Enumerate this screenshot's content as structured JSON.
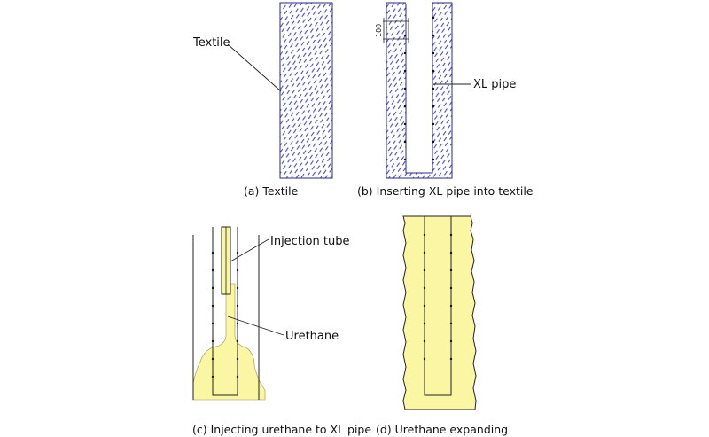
{
  "panels": {
    "a": {
      "caption": "(a) Textile",
      "label": "Textile"
    },
    "b": {
      "caption": "(b) Inserting XL pipe into textile",
      "label": "XL pipe",
      "dimension": "100"
    },
    "c": {
      "caption": "(c) Injecting urethane to XL pipe",
      "label_tube": "Injection tube",
      "label_urethane": "Urethane"
    },
    "d": {
      "caption": "(d) Urethane expanding"
    }
  },
  "colors": {
    "hatch": "#4a4ad0",
    "outline": "#2a2a8a",
    "urethane": "#fbf6a4",
    "line": "#222222"
  }
}
